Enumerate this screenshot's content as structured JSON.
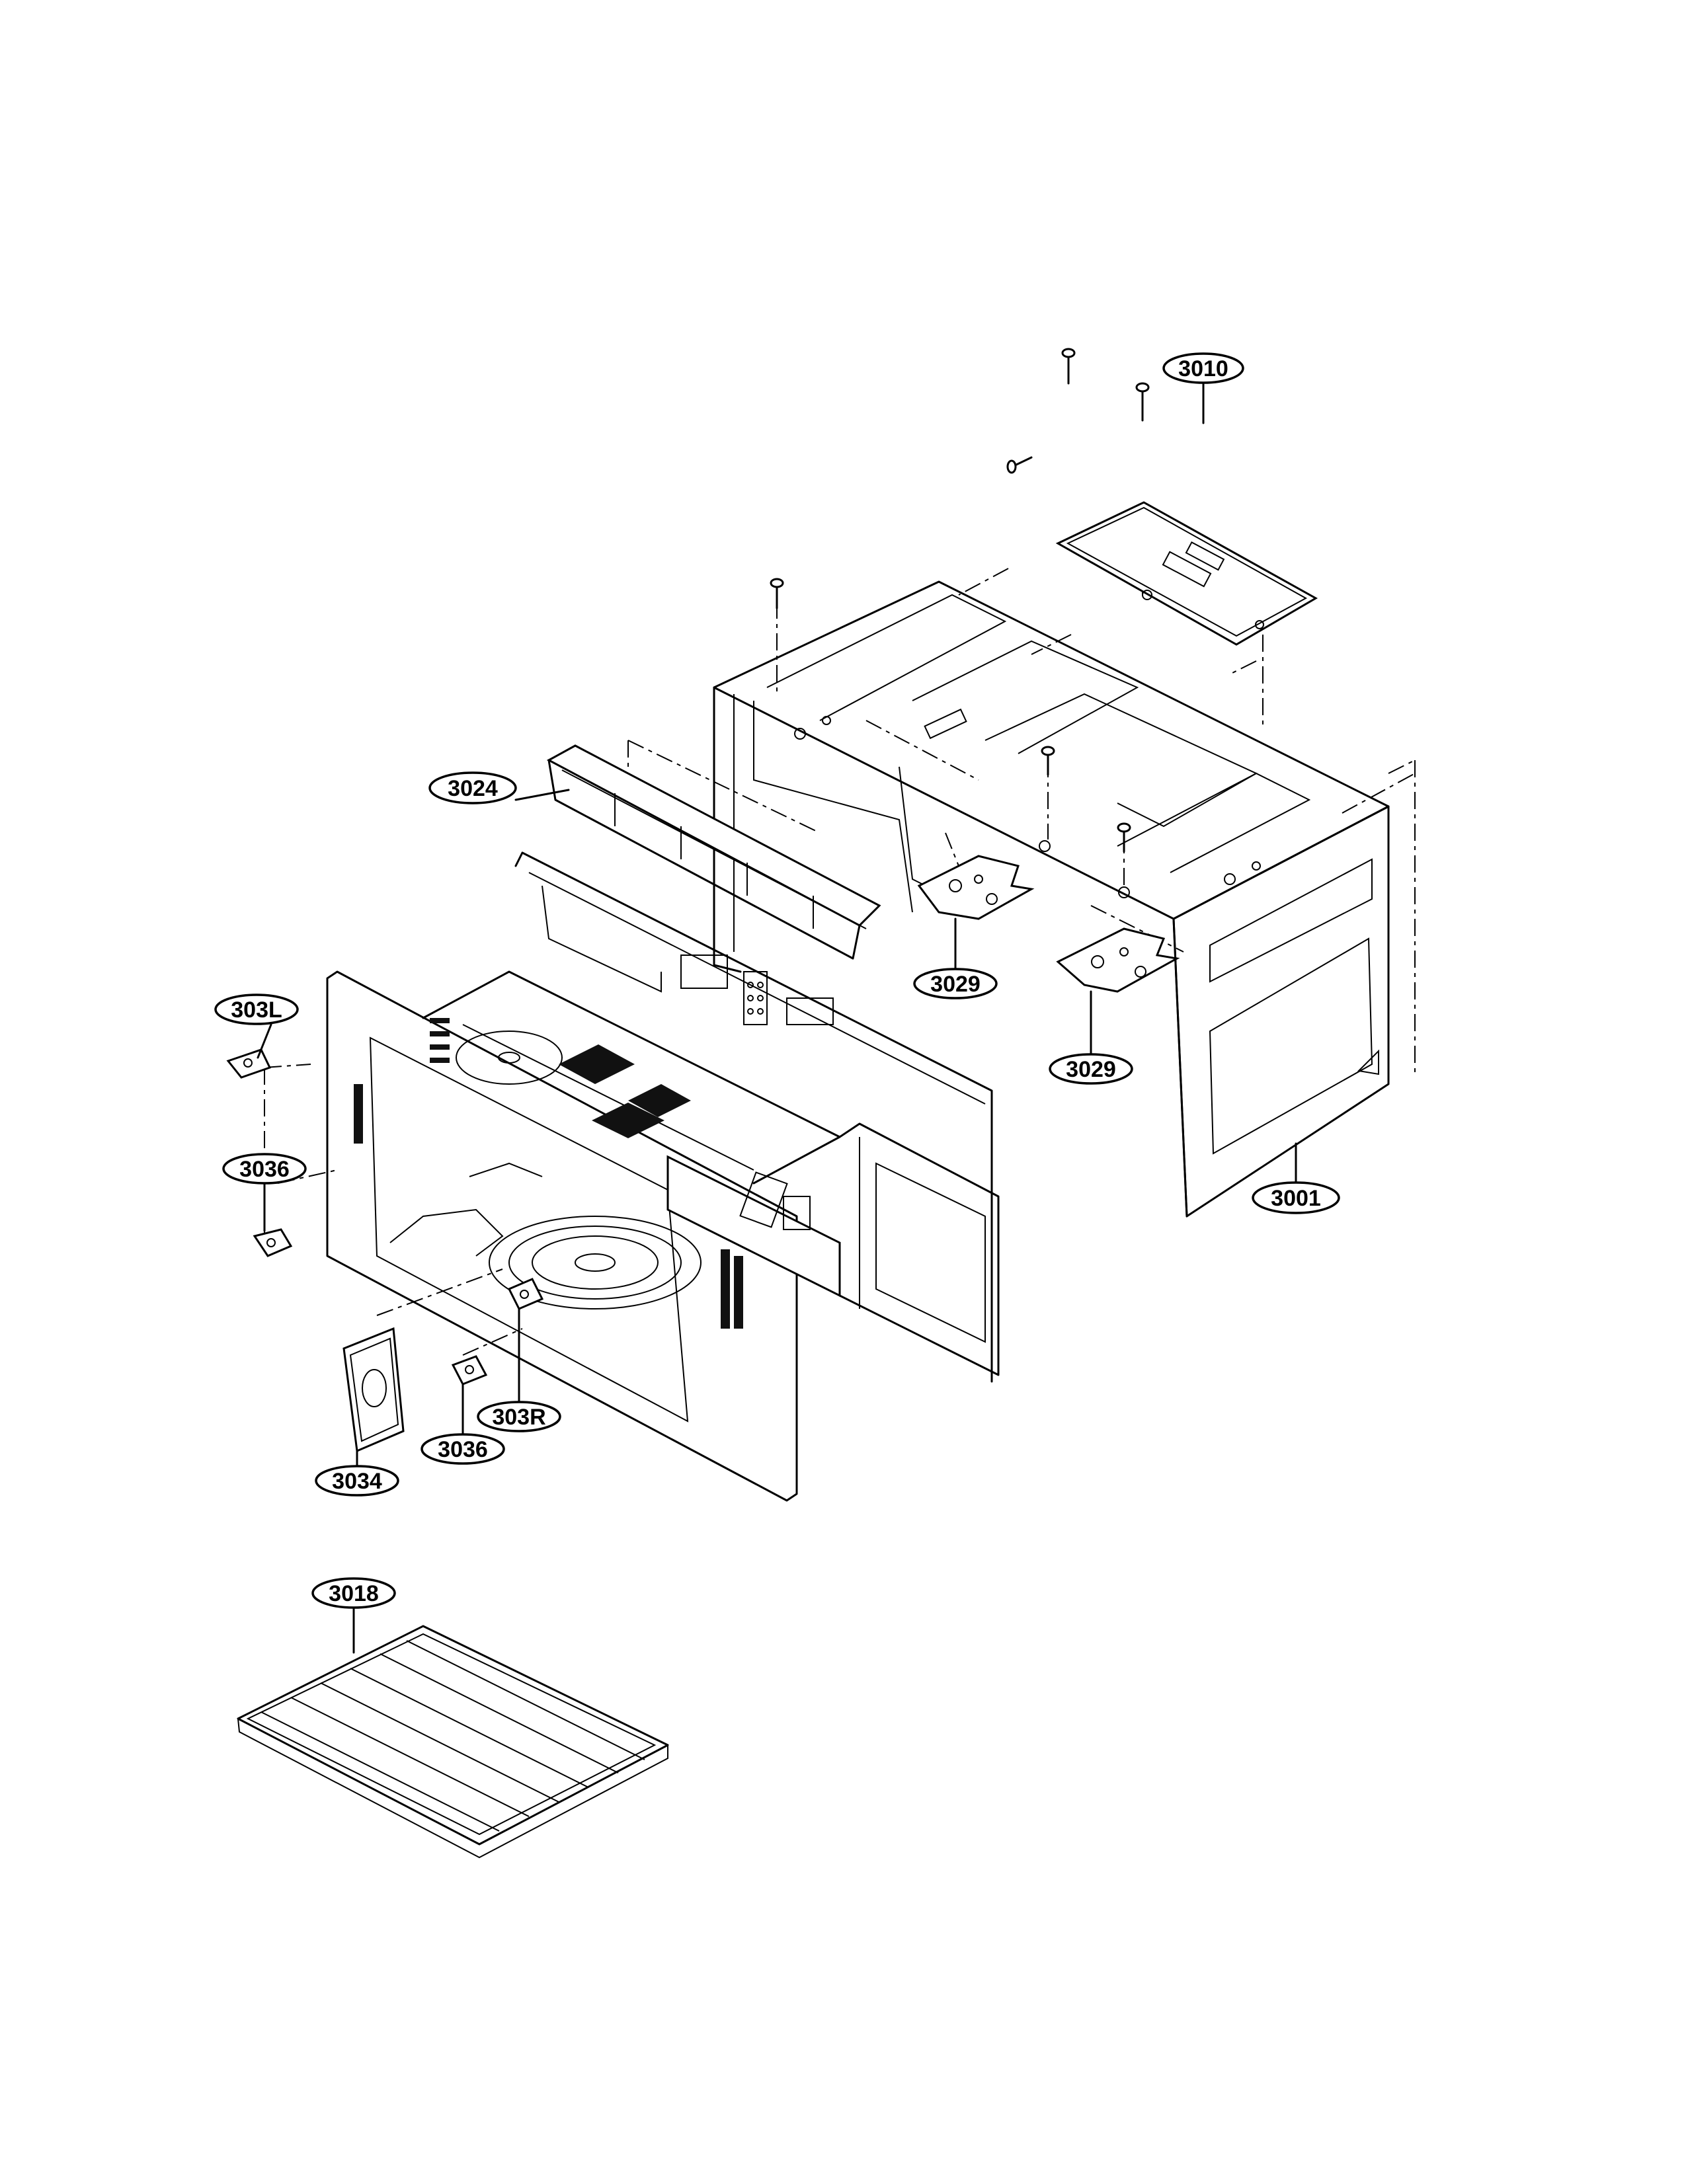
{
  "callouts": [
    {
      "id": "3010"
    },
    {
      "id": "3024"
    },
    {
      "id": "3029"
    },
    {
      "id": "3029"
    },
    {
      "id": "303L"
    },
    {
      "id": "3036"
    },
    {
      "id": "3001"
    },
    {
      "id": "303R"
    },
    {
      "id": "3036"
    },
    {
      "id": "3034"
    },
    {
      "id": "3018"
    }
  ]
}
